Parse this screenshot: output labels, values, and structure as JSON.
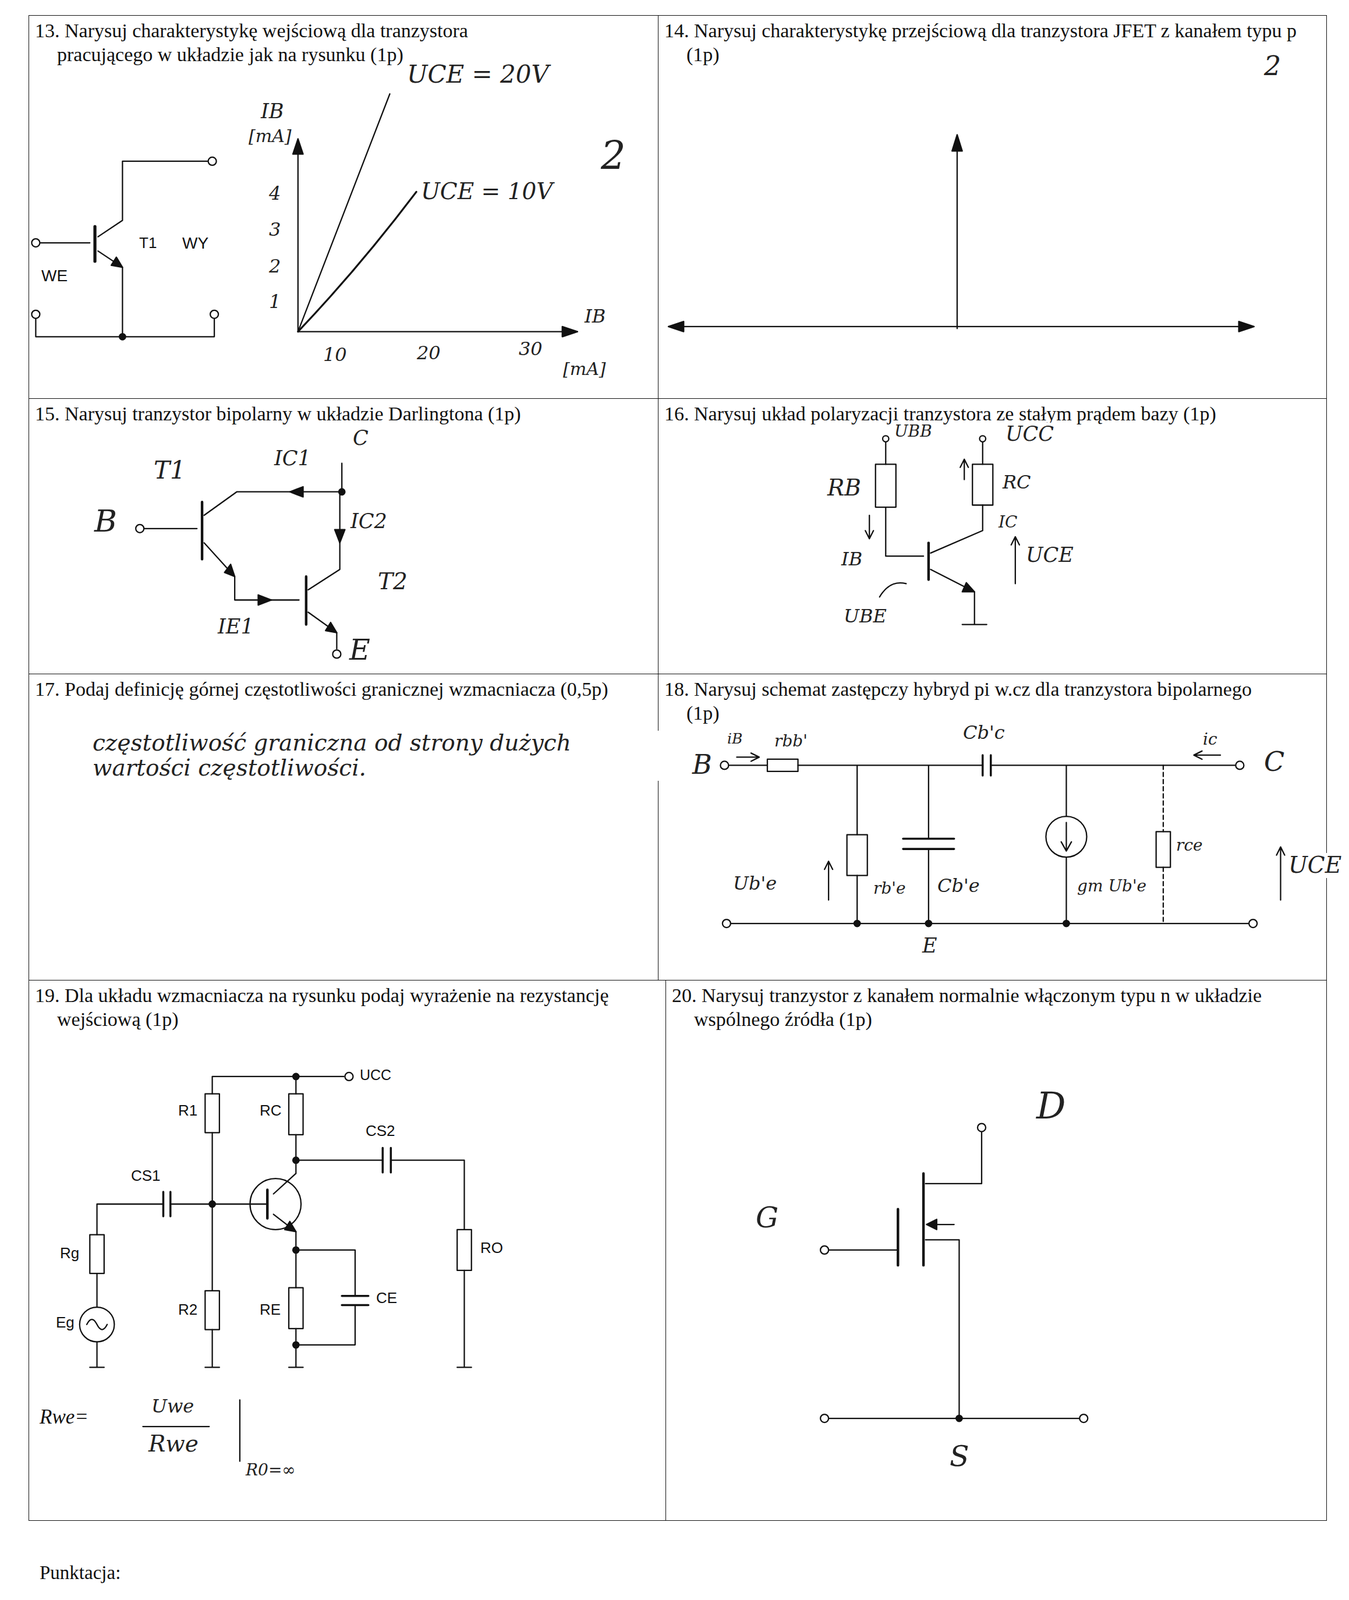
{
  "diagram": {
    "nodes": [
      {
        "text": [
          "13. Narysuj charakterystykę wejściową dla tranzystora pracującego w układzie jak na rysunku (1p)"
        ]
      },
      {
        "text": [
          "14. Narysuj charakterystykę przejściową dla tranzystora JFET z kanałem typu p (1p)"
        ]
      },
      {
        "text": [
          "15. Narysuj tranzystor bipolarny w układzie Darlingtona (1p)"
        ]
      },
      {
        "text": [
          "16. Narysuj układ polaryzacji tranzystora ze stałym prądem bazy (1p)"
        ]
      },
      {
        "text": [
          "17. Podaj definicję górnej częstotliwości granicznej wzmacniacza (0,5p)"
        ]
      },
      {
        "text": [
          "18. Narysuj schemat zastępczy hybryd pi w.cz dla tranzystora bipolarnego (1p)"
        ]
      },
      {
        "text": [
          "19. Dla układu wzmacniacza na rysunku podaj wyrażenie na rezystancję wejściową (1p)"
        ]
      },
      {
        "text": [
          "20. Narysuj tranzystor z kanałem normalnie włączonym typu n w układzie wspólnego źródła (1p)"
        ]
      }
    ],
    "labels": [
      "WE",
      "T1",
      "WY",
      "IB",
      "[mA]",
      "4",
      "3",
      "2",
      "1",
      "10",
      "20",
      "30",
      "IB",
      "[mA]",
      "UCE = 20V",
      "UCE = 10V",
      "2",
      "2",
      "T1",
      "IC1",
      "C",
      "B",
      "IC2",
      "T2",
      "IE1",
      "E",
      "UBB",
      "UCC",
      "RB",
      "RC",
      "IC",
      "IB",
      "UCE",
      "UBE",
      "częstotliwość graniczna od strony dużych wartości częstotliwości.",
      "iB",
      "rbb'",
      "Cb'c",
      "ic",
      "C",
      "B",
      "Ub'e",
      "rb'e",
      "Cb'e",
      "gm Ub'e",
      "rce",
      "UCE",
      "E",
      "UCC",
      "R1",
      "RC",
      "CS2",
      "CS1",
      "Rg",
      "RO",
      "R2",
      "RE",
      "CE",
      "Eg",
      "Rwe=",
      "Uwe",
      "Rwe",
      "R0=∞",
      "D",
      "G",
      "S",
      "Punktacja:"
    ]
  }
}
